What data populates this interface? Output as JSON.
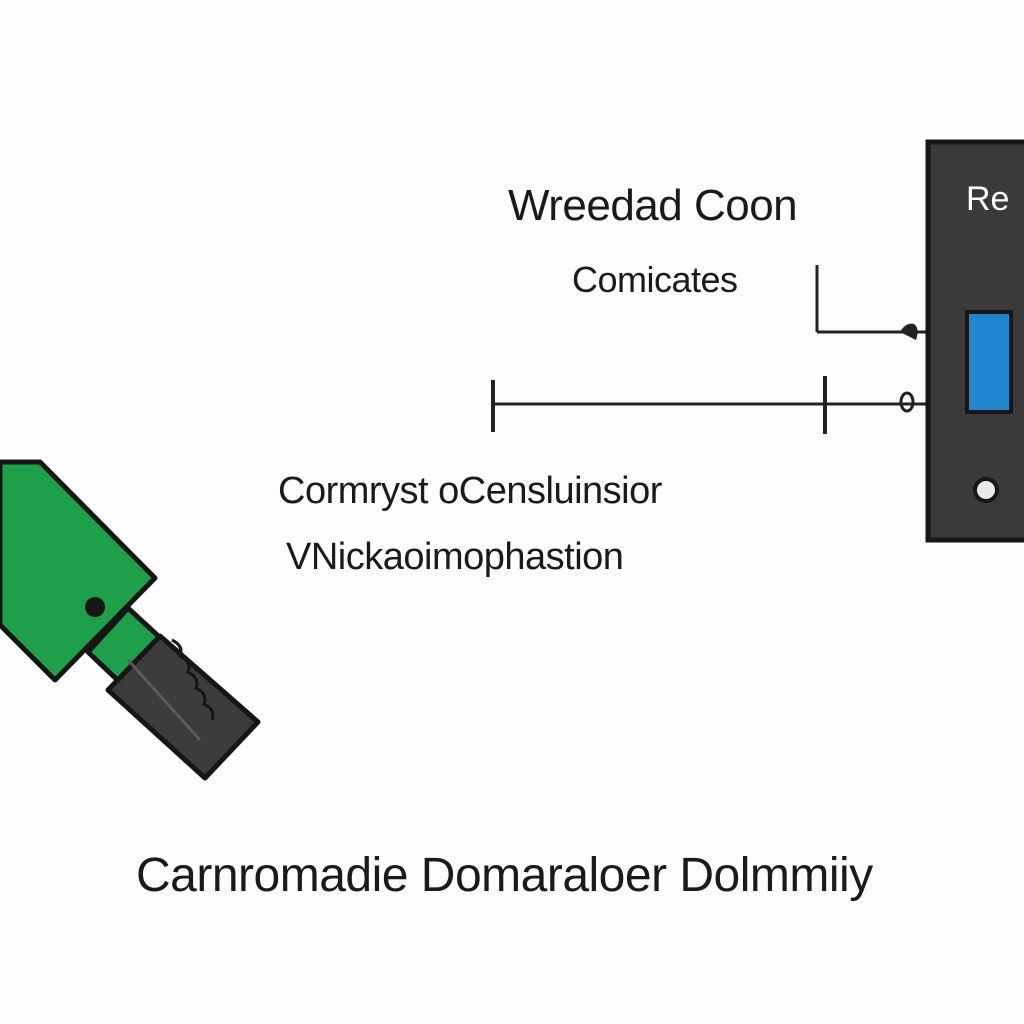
{
  "labels": {
    "top_title": "Wreedad Coon",
    "top_subtitle": "Comicates",
    "middle_line_1": "Cormryst oCensluinsior",
    "middle_line_2": "VNickaoimophastion",
    "bottom_caption": "Carnromadie Domaraloer Dolmmiiy",
    "panel_label": "Re"
  },
  "colors": {
    "plug_body": "#1ea04a",
    "plug_tip": "#3c3c3c",
    "panel": "#3a3a3a",
    "panel_screen": "#1f86cf",
    "wire": "#222222",
    "outline": "#161616"
  }
}
